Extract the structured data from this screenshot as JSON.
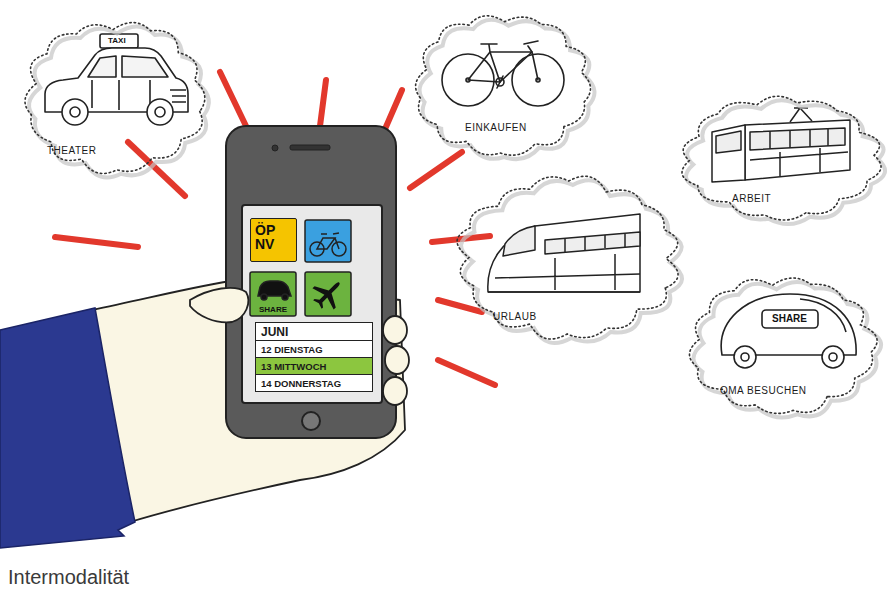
{
  "diagram": {
    "caption": "Intermodalität",
    "nodes": [
      {
        "text": [
          "THEATER"
        ]
      },
      {
        "text": [
          "EINKAUFEN"
        ]
      },
      {
        "text": [
          "ARBEIT"
        ]
      },
      {
        "text": [
          "URLAUB"
        ]
      },
      {
        "text": [
          "OMA BESUCHEN"
        ]
      },
      {
        "text": [
          "ÖP NV"
        ]
      },
      {
        "text": [
          "SHARE"
        ]
      },
      {
        "text": [
          "JUNI"
        ]
      },
      {
        "text": [
          "12 DIENSTAG"
        ]
      },
      {
        "text": [
          "13 MITTWOCH"
        ]
      },
      {
        "text": [
          "14 DONNERSTAG"
        ]
      }
    ],
    "labels": [
      "TAXI",
      "SHARE"
    ]
  }
}
